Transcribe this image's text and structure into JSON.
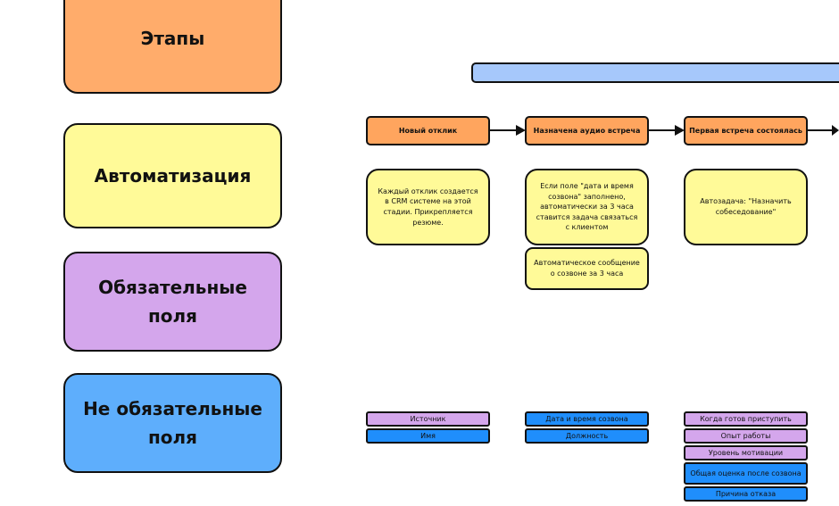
{
  "legend": {
    "stages": "Этапы",
    "automation": "Автоматизация",
    "required": "Обязательные поля",
    "optional": "Не обязательные поля"
  },
  "stages": [
    {
      "title": "Новый отклик"
    },
    {
      "title": "Назначена аудио встреча"
    },
    {
      "title": "Первая встреча состоялась"
    }
  ],
  "automation": [
    {
      "text": "Каждый отклик создается в CRM системе на этой стадии. Прикрепляется резюме."
    },
    {
      "text": "Если поле \"дата и время созвона\" заполнено, автоматически за 3 часа ставится задача связаться с клиентом"
    },
    {
      "text": "Автоматическое сообщение о созвоне за 3 часа"
    },
    {
      "text": "Автозадача: \"Назначить собеседование\""
    }
  ],
  "fields": {
    "col1": [
      {
        "label": "Источник",
        "type": "required"
      },
      {
        "label": "Имя",
        "type": "optional"
      }
    ],
    "col2": [
      {
        "label": "Дата и время созвона",
        "type": "optional"
      },
      {
        "label": "Должность",
        "type": "optional"
      }
    ],
    "col3": [
      {
        "label": "Когда готов приступить",
        "type": "required"
      },
      {
        "label": "Опыт работы",
        "type": "required"
      },
      {
        "label": "Уровень мотивации",
        "type": "required"
      },
      {
        "label": "Общая оценка после созвона",
        "type": "optional"
      },
      {
        "label": "Причина отказа",
        "type": "optional"
      }
    ]
  },
  "colors": {
    "stages": "#ffa55e",
    "automation": "#fffa98",
    "required": "#d4a6ec",
    "optional": "#1f8efc",
    "banner": "#a6c8fb"
  }
}
